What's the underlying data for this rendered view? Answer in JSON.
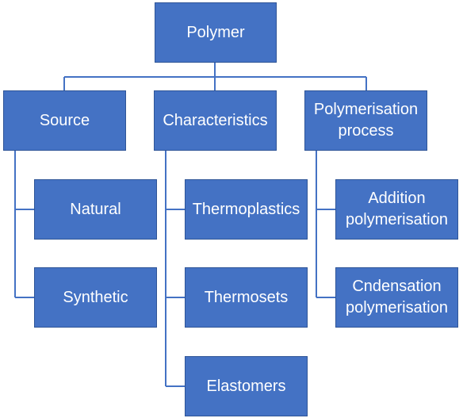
{
  "diagram": {
    "root": "Polymer",
    "categories": [
      {
        "label": "Source",
        "children": [
          "Natural",
          "Synthetic"
        ]
      },
      {
        "label": "Characteristics",
        "children": [
          "Thermoplastics",
          "Thermosets",
          "Elastomers"
        ]
      },
      {
        "label": "Polymerisation\nprocess",
        "children": [
          "Addition\npolymerisation",
          "Cndensation\npolymerisation"
        ]
      }
    ]
  },
  "colors": {
    "box_fill": "#4472C4",
    "box_border": "#2F5597",
    "connector": "#4472C4",
    "text": "#ffffff"
  }
}
